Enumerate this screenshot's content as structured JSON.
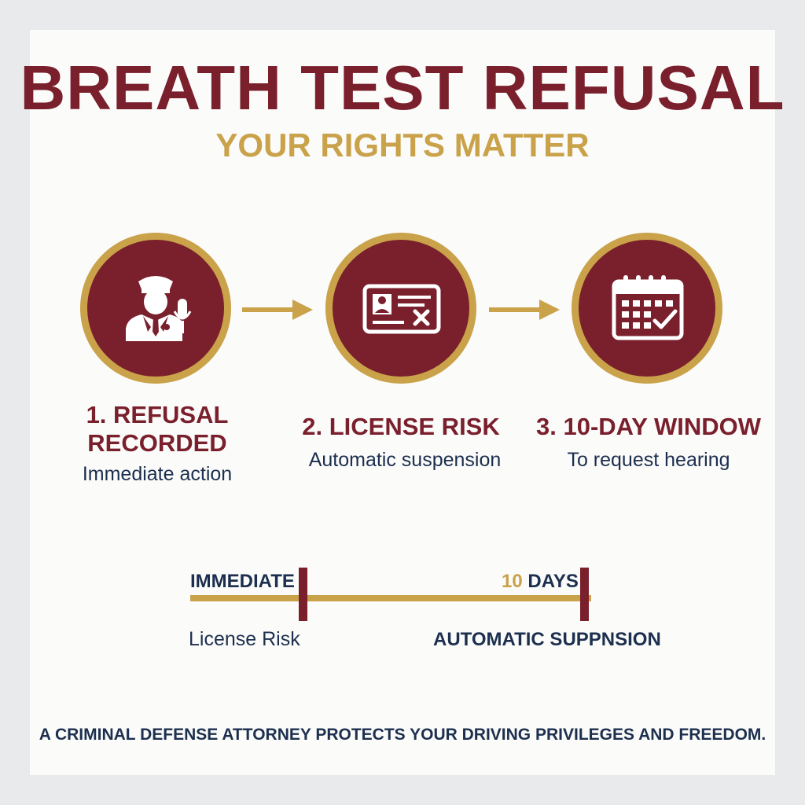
{
  "header": {
    "title": "BREATH TEST REFUSAL",
    "subtitle": "YOUR RIGHTS MATTER"
  },
  "steps": [
    {
      "title_line1": "1. REFUSAL",
      "title_line2": "RECORDED",
      "desc": "Immediate action",
      "icon": "police-officer-icon"
    },
    {
      "title_line1": "2. LICENSE RISK",
      "title_line2": "",
      "desc": "Automatic suspension",
      "icon": "license-card-x-icon"
    },
    {
      "title_line1": "3. 10-DAY WINDOW",
      "title_line2": "",
      "desc": "To request hearing",
      "icon": "calendar-check-icon"
    }
  ],
  "timeline": {
    "start_label": "IMMEDIATE",
    "end_number": "10",
    "end_unit": "DAYS",
    "below_left": "License Risk",
    "below_right": "AUTOMATIC SUPPNSION"
  },
  "footer": {
    "text": "A CRIMINAL DEFENSE ATTORNEY PROTECTS YOUR DRIVING PRIVILEGES AND FREEDOM."
  },
  "colors": {
    "maroon": "#7a1f2c",
    "gold": "#c9a24a",
    "navy": "#1c2f4e",
    "background": "#fbfbfa"
  }
}
